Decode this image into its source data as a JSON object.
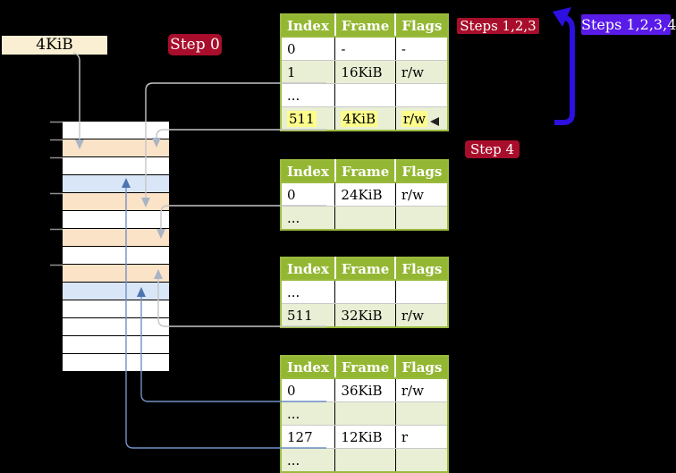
{
  "labels": {
    "frame_size_label": "4KiB",
    "step0": "Step 0",
    "step4": "Step 4",
    "steps_123": "Steps 1,2,3",
    "steps_1234": "Steps 1,2,3,4"
  },
  "tables": [
    {
      "headers": [
        "Index",
        "Frame",
        "Flags"
      ],
      "rows": [
        [
          "0",
          "-",
          "-"
        ],
        [
          "1",
          "16KiB",
          "r/w"
        ],
        [
          "...",
          "",
          ""
        ],
        [
          "511",
          "4KiB",
          "r/w"
        ]
      ],
      "highlight_row": 3
    },
    {
      "headers": [
        "Index",
        "Frame",
        "Flags"
      ],
      "rows": [
        [
          "0",
          "24KiB",
          "r/w"
        ],
        [
          "...",
          "",
          ""
        ]
      ],
      "highlight_row": -1
    },
    {
      "headers": [
        "Index",
        "Frame",
        "Flags"
      ],
      "rows": [
        [
          "...",
          "",
          ""
        ],
        [
          "511",
          "32KiB",
          "r/w"
        ]
      ],
      "highlight_row": -1
    },
    {
      "headers": [
        "Index",
        "Frame",
        "Flags"
      ],
      "rows": [
        [
          "0",
          "36KiB",
          "r/w"
        ],
        [
          "...",
          "",
          ""
        ],
        [
          "127",
          "12KiB",
          "r"
        ],
        [
          "...",
          "",
          ""
        ]
      ],
      "highlight_row": -1
    }
  ],
  "memory_column": {
    "rows": [
      "white",
      "orange",
      "white",
      "blue",
      "orange",
      "white",
      "orange",
      "white",
      "orange",
      "blue",
      "white",
      "white",
      "white",
      "white"
    ]
  },
  "colors": {
    "accent_red": "#A80E2B",
    "label_blue": "#591BE8",
    "arrow_blue": "#2D0FE0",
    "line_gray": "#C6C6C6",
    "arrow_gray": "#A9B4C4",
    "line_blue": "#7191C5",
    "arrow_head_blue": "#4E74B0",
    "table_border": "#9ABA3E",
    "header_green": "#94B733",
    "row_green": "#E9EFD4",
    "frame_orange": "#FBE3C8",
    "frame_blue": "#D9E6F7",
    "highlight_yellow": "#FDFD8B",
    "cream": "#FAEFD2",
    "tick_gray": "#8F8F8F",
    "row_white": "#FFFFFF"
  }
}
